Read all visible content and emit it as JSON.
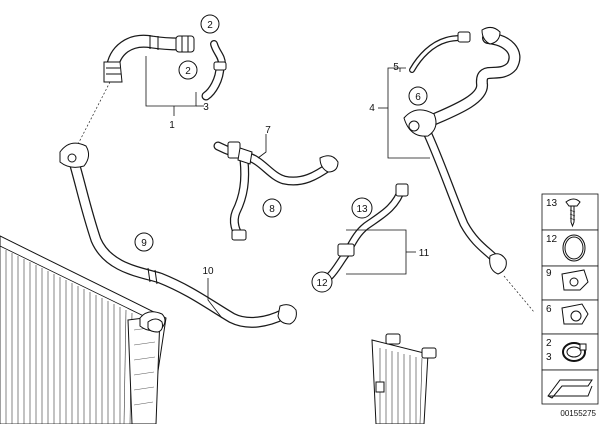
{
  "callouts": {
    "c1": "1",
    "c2a": "2",
    "c2b": "2",
    "c3": "3",
    "c4": "4",
    "c5": "5",
    "c6": "6",
    "c7": "7",
    "c8": "8",
    "c9": "9",
    "c10": "10",
    "c11": "11",
    "c12": "12",
    "c13": "13"
  },
  "parts_panel": [
    "13",
    "12",
    "9",
    "6",
    "2",
    "3"
  ],
  "drawing_number": "00155275"
}
